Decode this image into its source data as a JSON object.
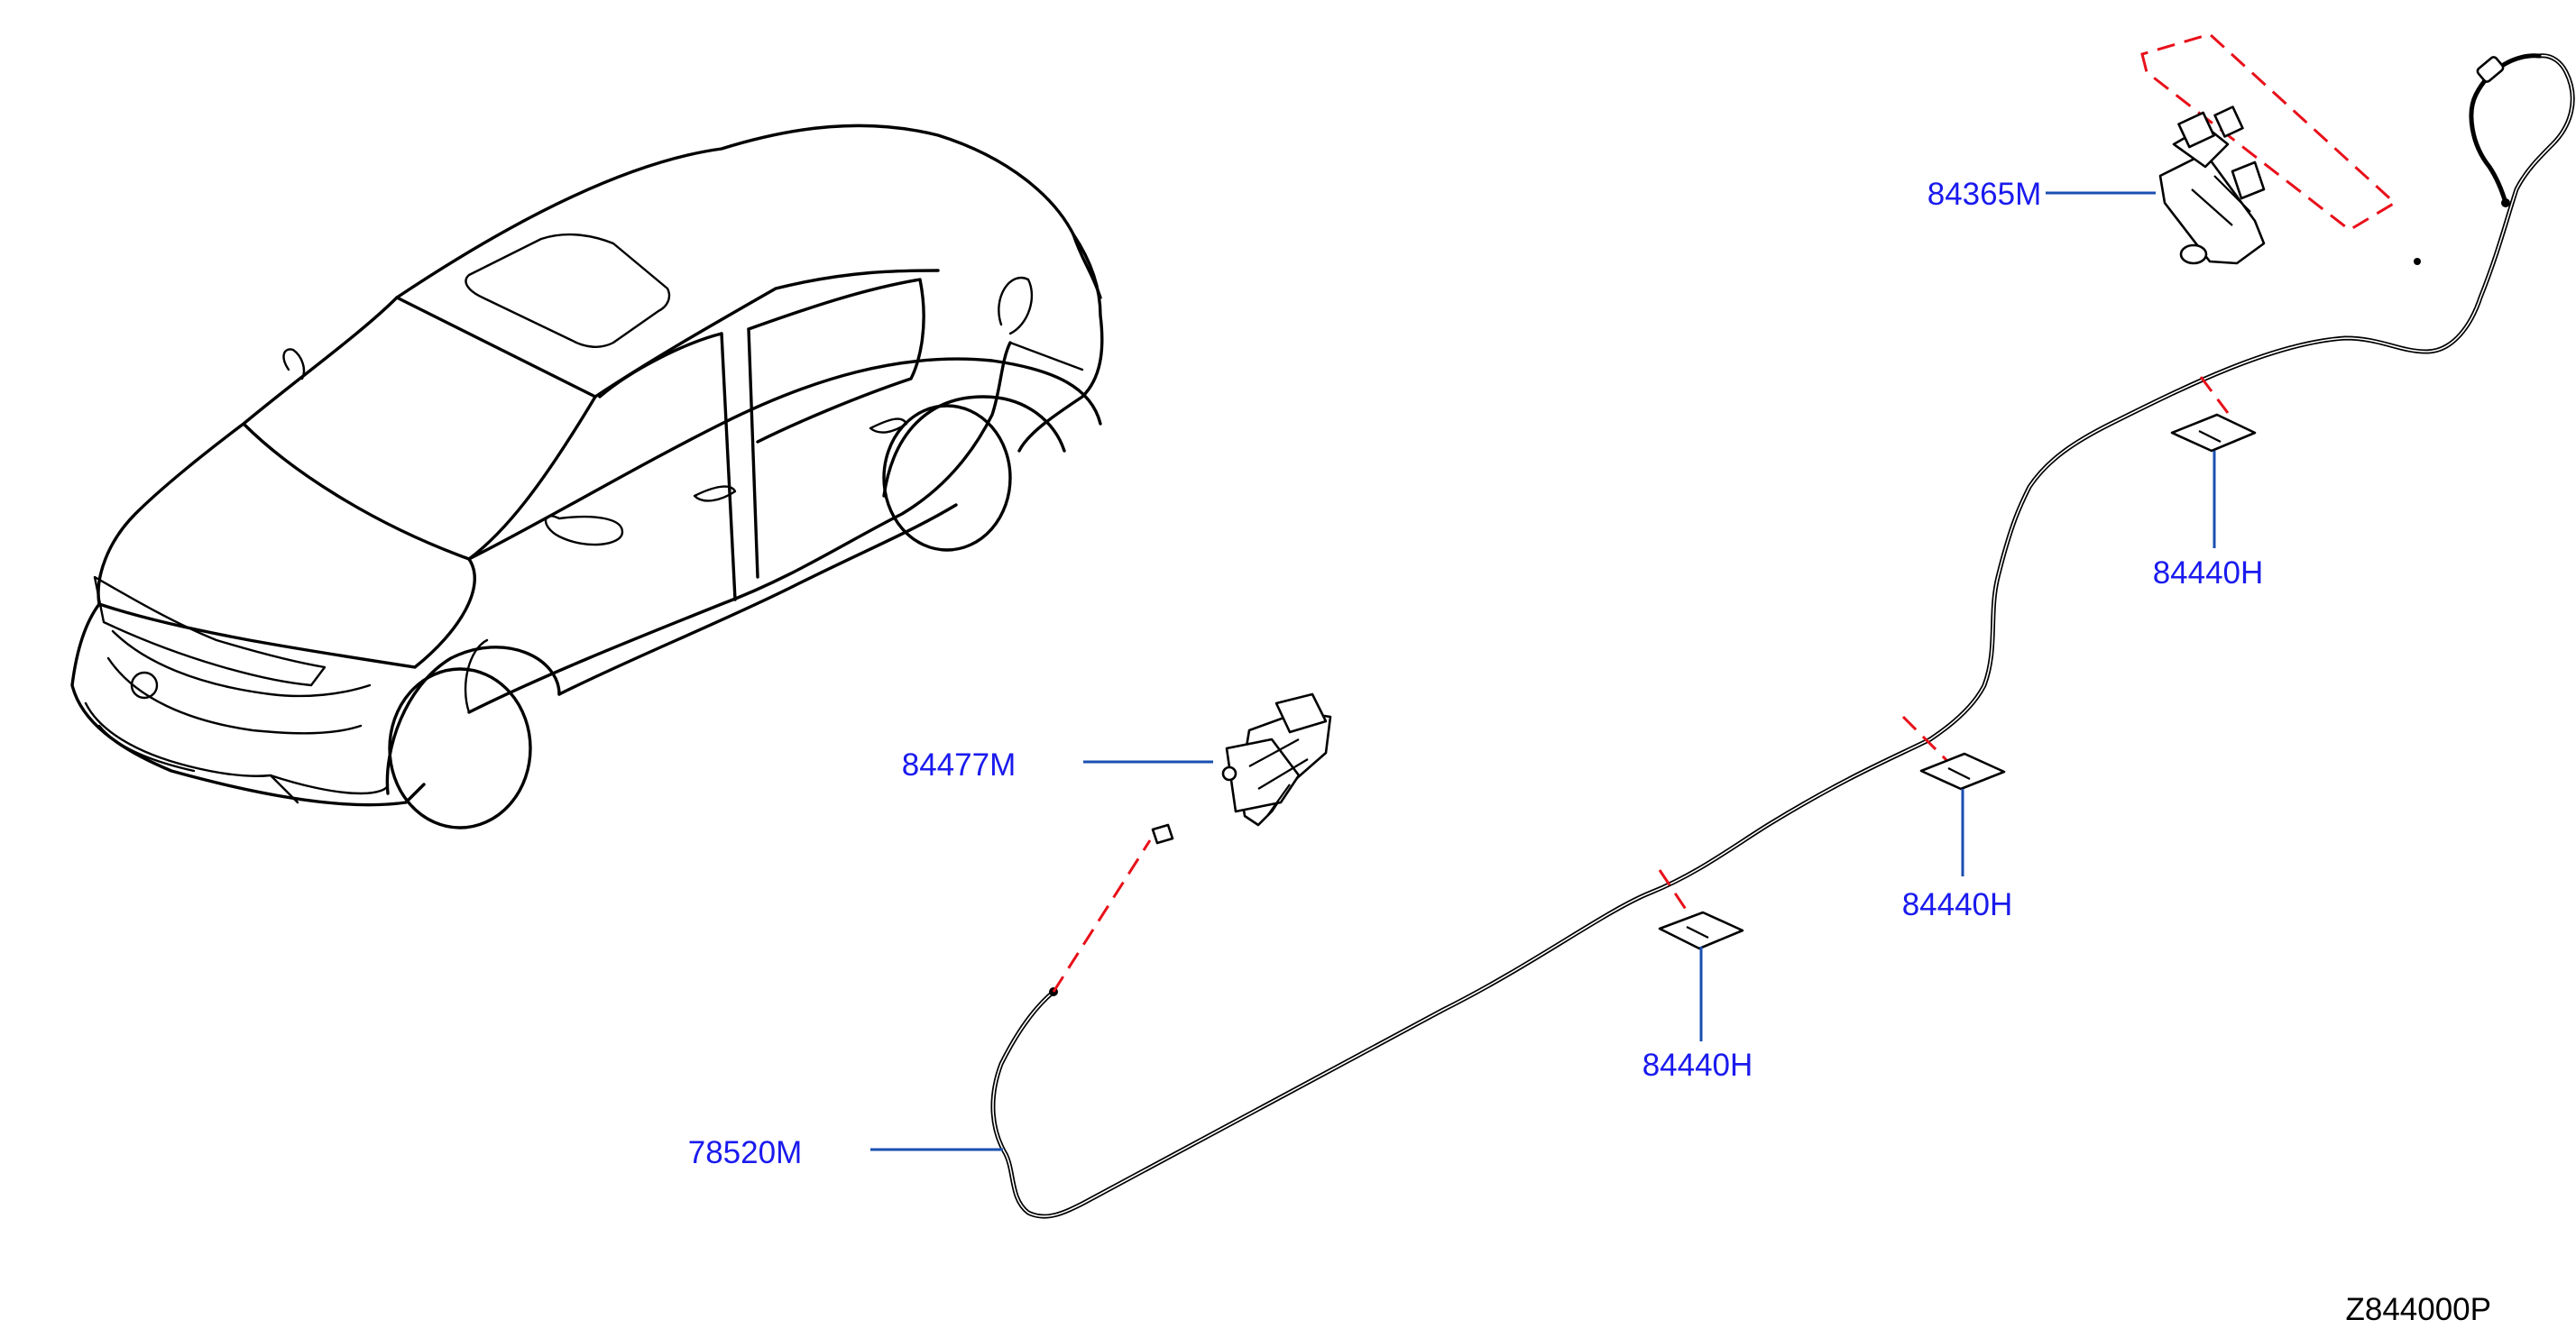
{
  "diagram_code": "Z844000P",
  "parts": [
    {
      "id": "p84365m",
      "number": "84365M",
      "name": "trunk-lid-opener-actuator"
    },
    {
      "id": "p84477m",
      "number": "84477M",
      "name": "trunk-release-lever"
    },
    {
      "id": "p78520m",
      "number": "78520M",
      "name": "trunk-opener-cable"
    },
    {
      "id": "p84440h-1",
      "number": "84440H",
      "name": "cable-clip"
    },
    {
      "id": "p84440h-2",
      "number": "84440H",
      "name": "cable-clip"
    },
    {
      "id": "p84440h-3",
      "number": "84440H",
      "name": "cable-clip"
    }
  ],
  "colors": {
    "label": "#1a1aee",
    "leader": "#1a4fb0",
    "connection_dash": "#e8101a",
    "line_art": "#000000"
  }
}
